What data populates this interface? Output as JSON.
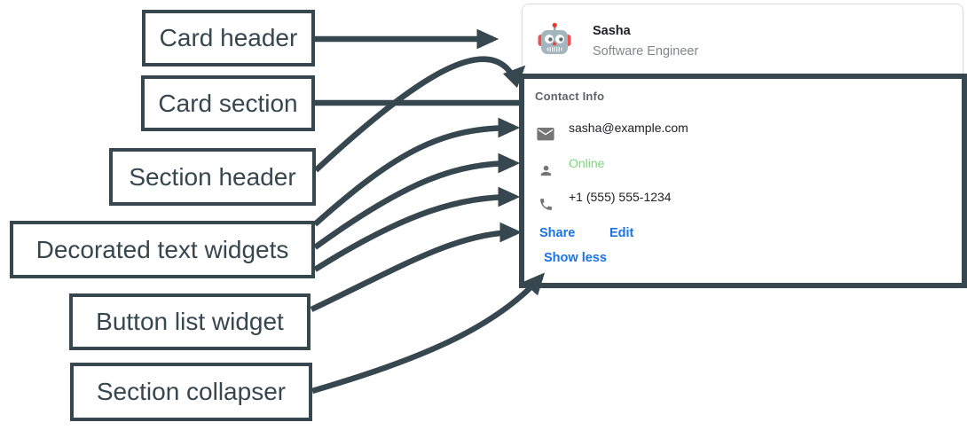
{
  "colors": {
    "dark": "#37474f",
    "blue": "#1a73e8",
    "green": "#7bd67b",
    "text-dark": "#202124",
    "text-gray": "#5f6368",
    "text-subtle": "#80868b",
    "icon-gray": "#757575",
    "card-border": "#dadce0"
  },
  "annotations": [
    {
      "id": "card-header",
      "text": "Card header"
    },
    {
      "id": "card-section",
      "text": "Card section"
    },
    {
      "id": "section-header",
      "text": "Section header"
    },
    {
      "id": "decorated-text-widgets",
      "text": "Decorated text widgets"
    },
    {
      "id": "button-list-widget",
      "text": "Button list widget"
    },
    {
      "id": "section-collapser",
      "text": "Section collapser"
    }
  ],
  "card": {
    "header": {
      "avatar_icon": "robot-avatar-icon",
      "name": "Sasha",
      "subtitle": "Software Engineer"
    },
    "section": {
      "header": "Contact Info",
      "items": [
        {
          "icon": "mail-icon",
          "text": "sasha@example.com",
          "color": "#202124"
        },
        {
          "icon": "person-icon",
          "text": "Online",
          "color": "#7bd67b"
        },
        {
          "icon": "phone-icon",
          "text": "+1 (555) 555-1234",
          "color": "#202124"
        }
      ],
      "buttons": [
        {
          "label": "Share"
        },
        {
          "label": "Edit"
        }
      ],
      "collapser": "Show less"
    }
  }
}
